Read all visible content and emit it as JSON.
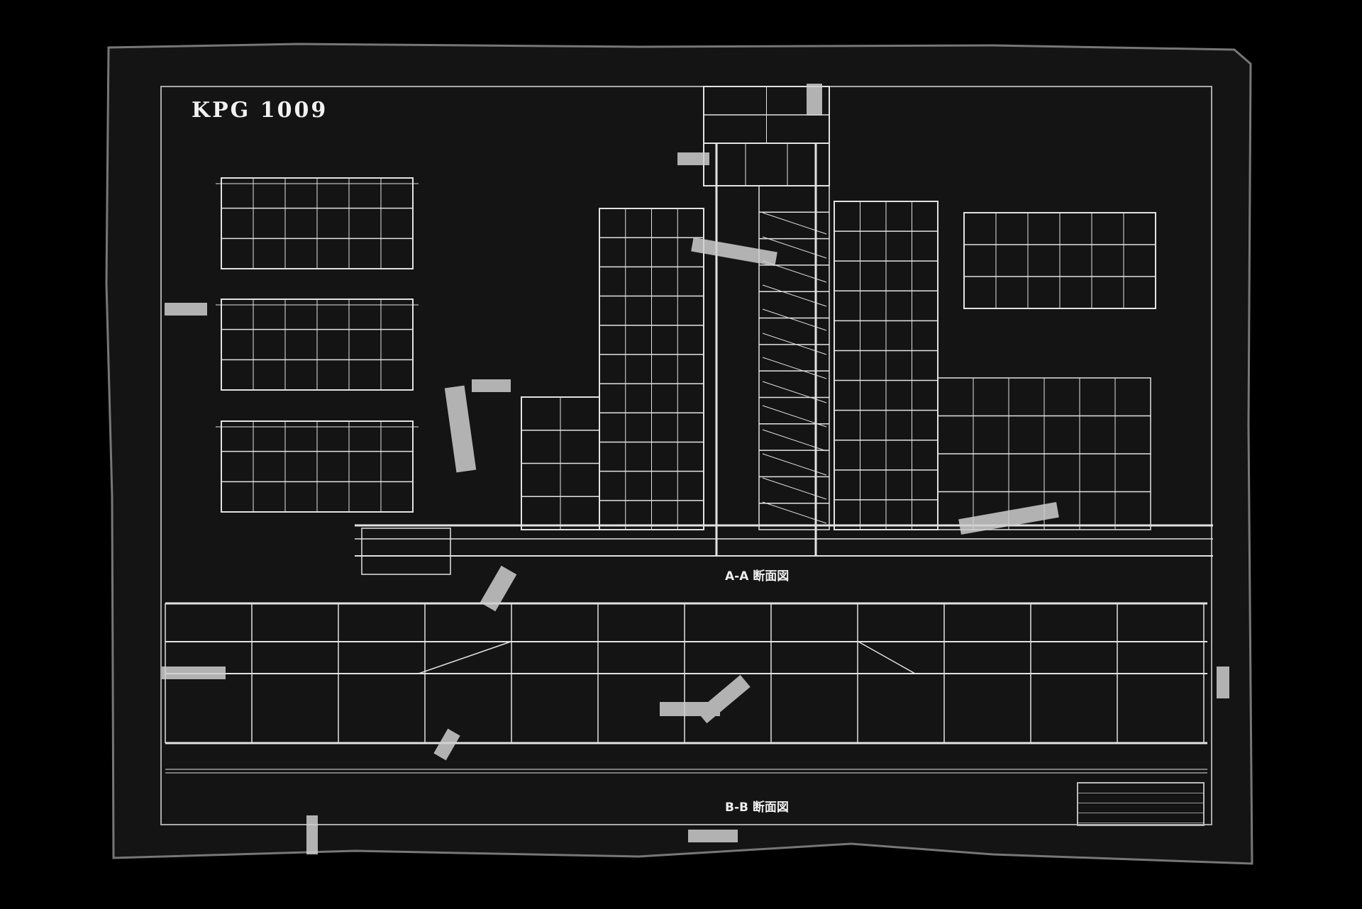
{
  "drawing": {
    "code": "KPG 1009",
    "section_aa_label": "A-A 断面図",
    "section_bb_label": "B-B 断面図"
  },
  "colors": {
    "background": "#000000",
    "paper": "#141414",
    "line": "#e8e8e8",
    "tape": "#cfcfcf"
  }
}
